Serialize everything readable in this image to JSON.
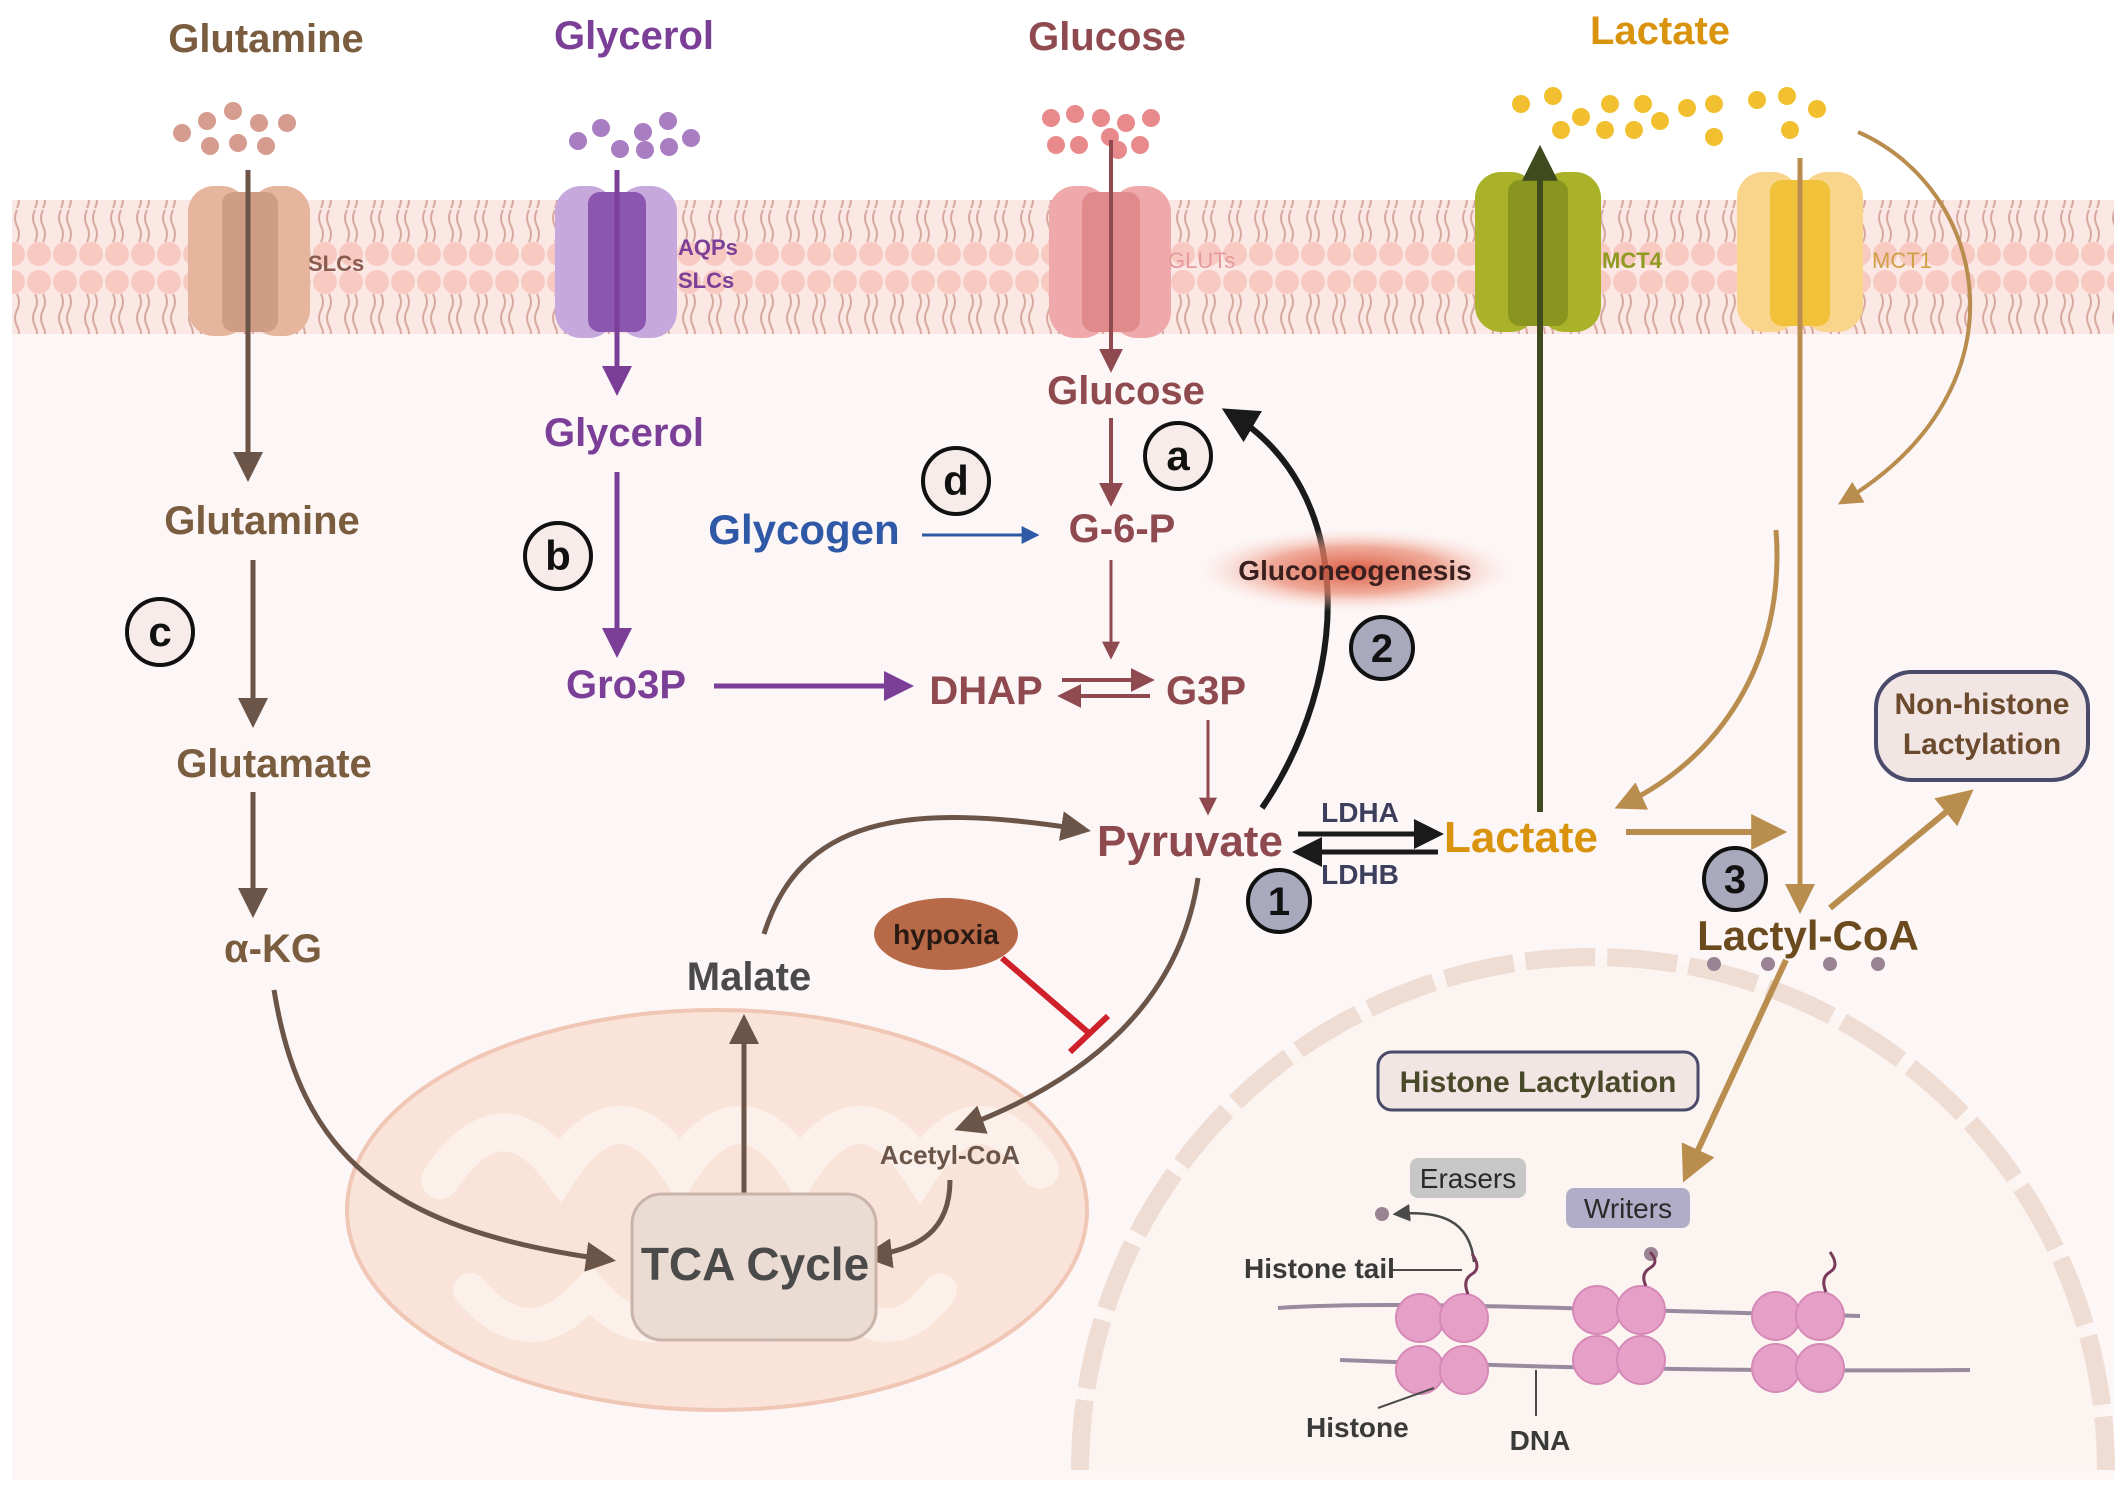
{
  "colors": {
    "glutamine": "#7a5c3e",
    "glycerol": "#7b3f98",
    "glucose": "#8f4a50",
    "lactate": "#d9930c",
    "glycogen": "#2f59a6",
    "dark_text": "#4a4a4a",
    "step_badge": "#a9a9bd"
  },
  "top_labels": {
    "glutamine": "Glutamine",
    "glycerol": "Glycerol",
    "glucose": "Glucose",
    "lactate": "Lactate"
  },
  "transporters": {
    "slc": "SLCs",
    "aqps": "AQPs",
    "aqps_slcs": "SLCs",
    "gluts": "GLUTs",
    "mct4": "MCT4",
    "mct1": "MCT1"
  },
  "metabolites": {
    "glucose": "Glucose",
    "glycerol": "Glycerol",
    "glutamine": "Glutamine",
    "glutamate": "Glutamate",
    "akg": "α-KG",
    "glycogen": "Glycogen",
    "g6p": "G-6-P",
    "gro3p": "Gro3P",
    "dhap": "DHAP",
    "g3p": "G3P",
    "pyruvate": "Pyruvate",
    "lactate": "Lactate",
    "lactyl_coa": "Lactyl-CoA",
    "malate": "Malate",
    "acetyl_coa": "Acetyl-CoA",
    "tca": "TCA Cycle"
  },
  "enzymes": {
    "ldha": "LDHA",
    "ldhb": "LDHB"
  },
  "process_labels": {
    "gluconeogenesis": "Gluconeogenesis",
    "hypoxia": "hypoxia",
    "non_histone": [
      "Non-histone",
      "Lactylation"
    ],
    "histone_lactylation": "Histone Lactylation",
    "erasers": "Erasers",
    "writers": "Writers",
    "histone_tail": "Histone tail",
    "histone": "Histone",
    "dna": "DNA"
  },
  "markers": {
    "a": "a",
    "b": "b",
    "c": "c",
    "d": "d",
    "step1": "1",
    "step2": "2",
    "step3": "3"
  }
}
